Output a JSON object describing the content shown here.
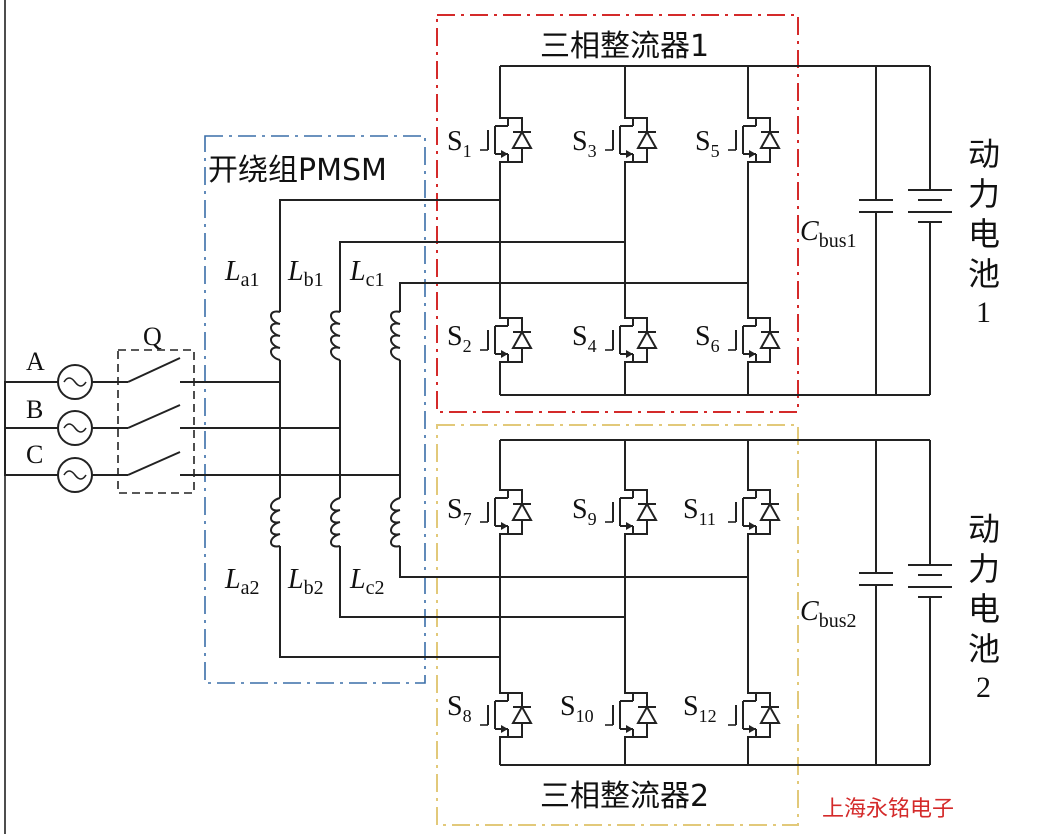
{
  "rectifier1": {
    "title": "三相整流器1"
  },
  "rectifier2": {
    "title": "三相整流器2"
  },
  "pmsm": {
    "title": "开绕组PMSM"
  },
  "battery1": {
    "line1": "动",
    "line2": "力",
    "line3": "电",
    "line4": "池",
    "line5": "1"
  },
  "battery2": {
    "line1": "动",
    "line2": "力",
    "line3": "电",
    "line4": "池",
    "line5": "2"
  },
  "switch": {
    "label": "Q"
  },
  "sources": {
    "a": "A",
    "b": "B",
    "c": "C"
  },
  "inductors": {
    "top": [
      {
        "main": "L",
        "sub": "a1"
      },
      {
        "main": "L",
        "sub": "b1"
      },
      {
        "main": "L",
        "sub": "c1"
      }
    ],
    "bottom": [
      {
        "main": "L",
        "sub": "a2"
      },
      {
        "main": "L",
        "sub": "b2"
      },
      {
        "main": "L",
        "sub": "c2"
      }
    ]
  },
  "switches": {
    "r1_upper": [
      {
        "main": "S",
        "sub": "1"
      },
      {
        "main": "S",
        "sub": "3"
      },
      {
        "main": "S",
        "sub": "5"
      }
    ],
    "r1_lower": [
      {
        "main": "S",
        "sub": "2"
      },
      {
        "main": "S",
        "sub": "4"
      },
      {
        "main": "S",
        "sub": "6"
      }
    ],
    "r2_upper": [
      {
        "main": "S",
        "sub": "7"
      },
      {
        "main": "S",
        "sub": "9"
      },
      {
        "main": "S",
        "sub": "11"
      }
    ],
    "r2_lower": [
      {
        "main": "S",
        "sub": "8"
      },
      {
        "main": "S",
        "sub": "10"
      },
      {
        "main": "S",
        "sub": "12"
      }
    ]
  },
  "capacitors": {
    "c1": {
      "main": "C",
      "sub": "bus1"
    },
    "c2": {
      "main": "C",
      "sub": "bus2"
    }
  },
  "watermark": "上海永铭电子",
  "colors": {
    "rectifier1_border": "#d42a2a",
    "rectifier2_border": "#e2c97a",
    "pmsm_border": "#3a6ea8",
    "watermark": "#d42a2a",
    "wire": "#222222"
  }
}
